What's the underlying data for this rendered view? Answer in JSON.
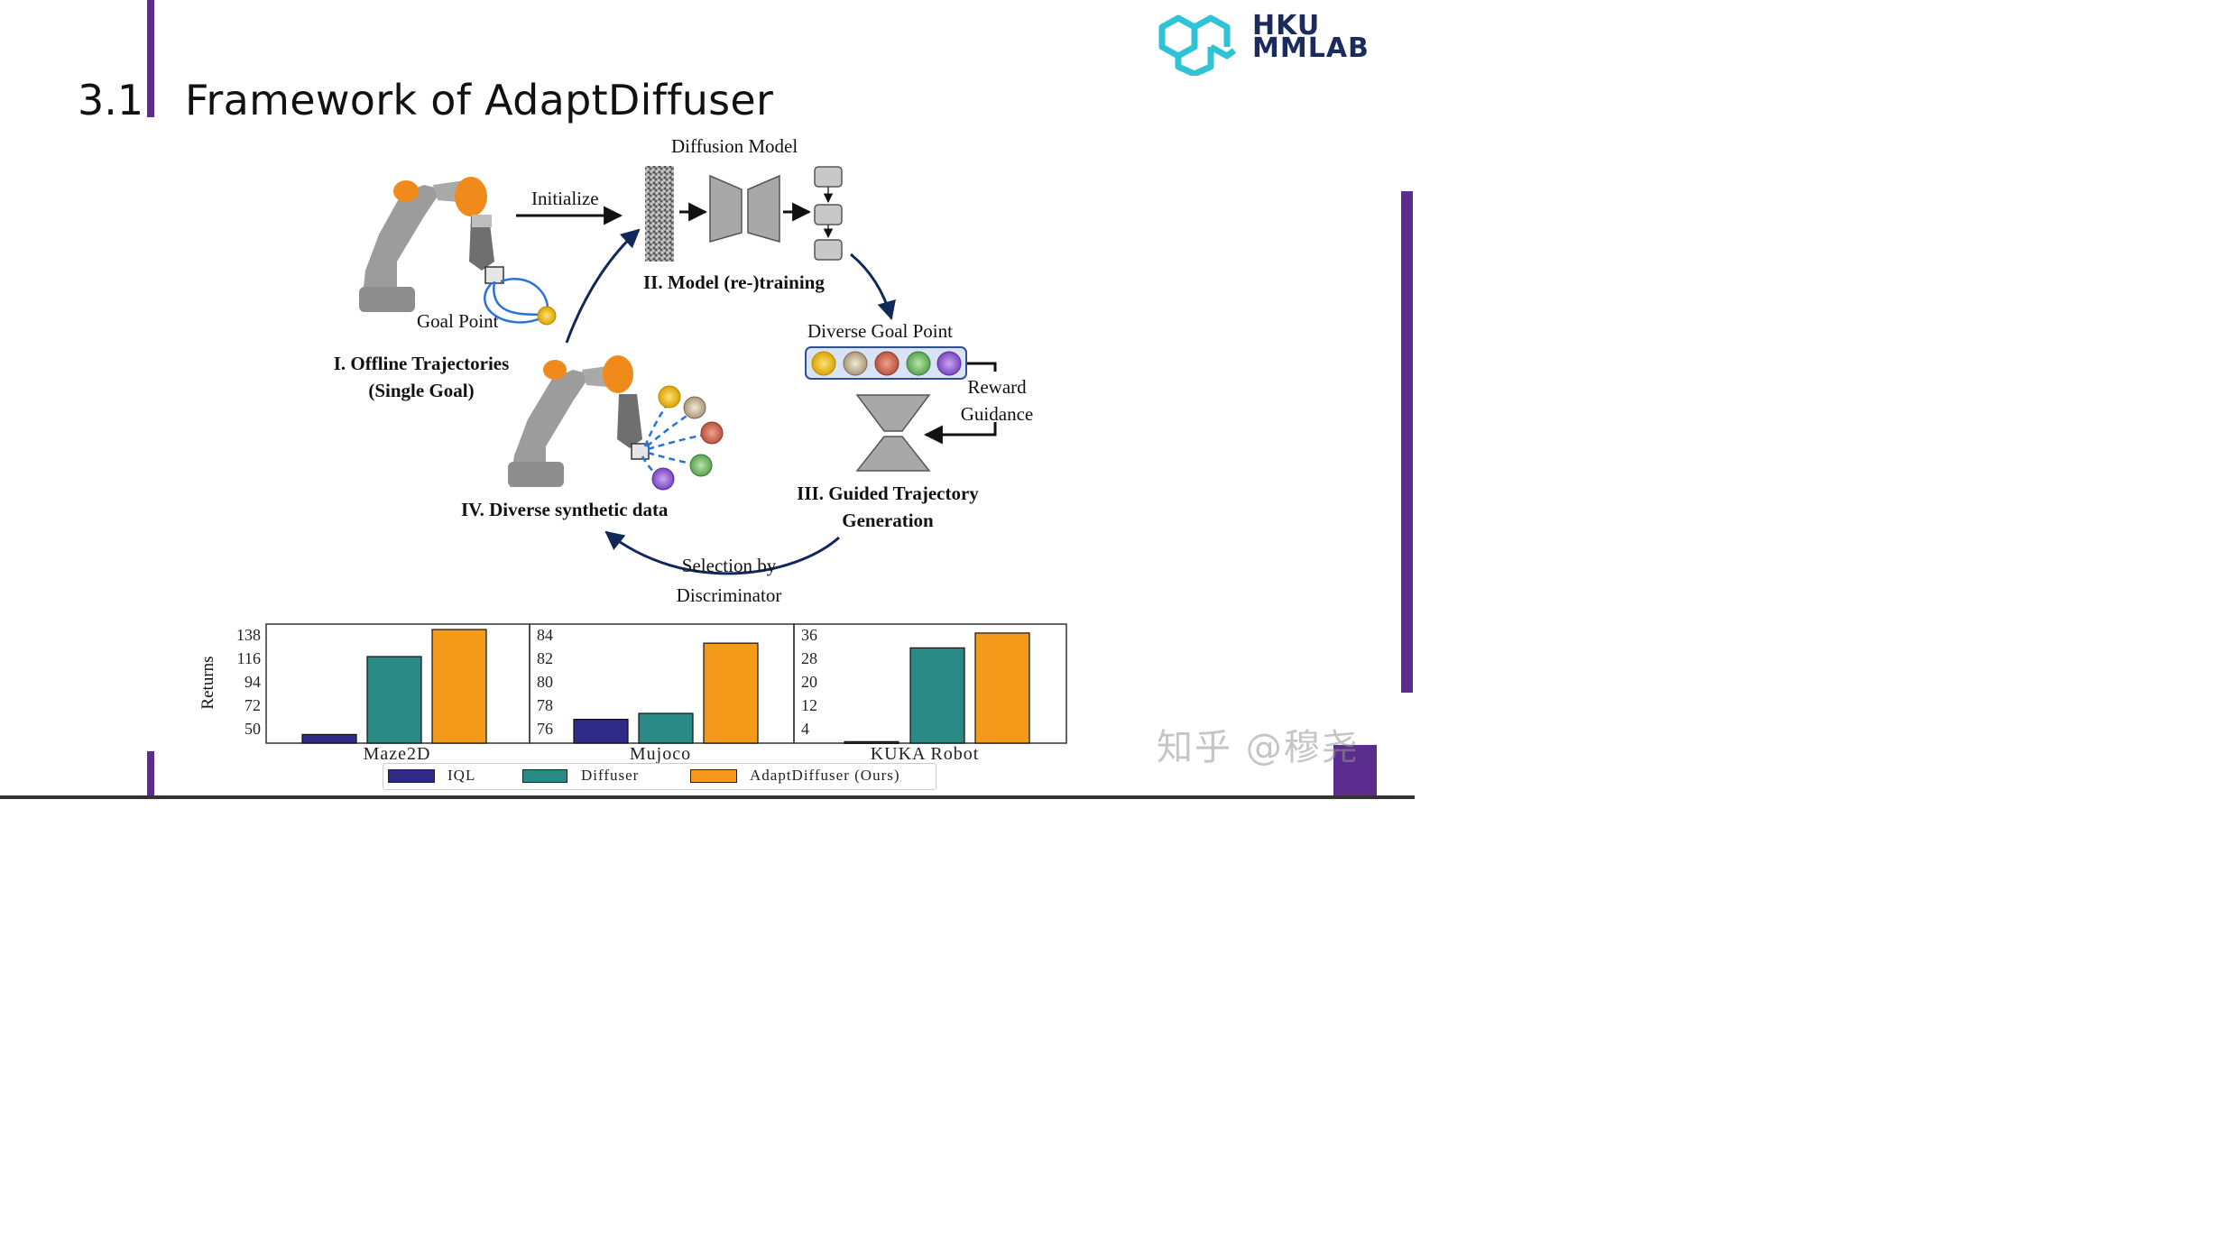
{
  "slide": {
    "number": "3.1",
    "title": "Framework of AdaptDiffuser",
    "logo": {
      "line1": "HKU",
      "line2": "MMLAB"
    },
    "watermark": "知乎 @穆尧"
  },
  "diagram": {
    "diffusion_model": "Diffusion Model",
    "initialize": "Initialize",
    "model_training": "II. Model (re-)training",
    "goal_point": "Goal Point",
    "offline_line1": "I. Offline Trajectories",
    "offline_line2": "(Single Goal)",
    "diverse_goal": "Diverse Goal Point",
    "reward_line1": "Reward",
    "reward_line2": "Guidance",
    "guided_line1": "III. Guided Trajectory",
    "guided_line2": "Generation",
    "diverse_synthetic": "IV. Diverse synthetic data",
    "selection_line1": "Selection by",
    "selection_line2": "Discriminator",
    "icons": [
      "robot-arm-icon",
      "cube-icon",
      "gold-coin-icon",
      "silver-coin-icon",
      "red-coin-icon",
      "green-coin-icon",
      "purple-coin-icon",
      "noise-image-icon",
      "unet-icon",
      "hourglass-icon"
    ]
  },
  "chart_data": {
    "type": "bar",
    "ylabel": "Returns",
    "series_colors": {
      "IQL": "#2e2a85",
      "Diffuser": "#2a8a85",
      "AdaptDiffuser (Ours)": "#f39a1a"
    },
    "legend": [
      "IQL",
      "Diffuser",
      "AdaptDiffuser (Ours)"
    ],
    "legend_position": "bottom",
    "grid": false,
    "panels": [
      {
        "title": "Maze2D",
        "ylim": [
          40,
          150
        ],
        "ticks": [
          "138",
          "116",
          "94",
          "72",
          "50"
        ],
        "series": [
          {
            "name": "IQL",
            "values": [
              48
            ]
          },
          {
            "name": "Diffuser",
            "values": [
              120
            ]
          },
          {
            "name": "AdaptDiffuser (Ours)",
            "values": [
              145
            ]
          }
        ]
      },
      {
        "title": "Mujoco",
        "ylim": [
          75,
          85
        ],
        "ticks": [
          "84",
          "82",
          "80",
          "78",
          "76"
        ],
        "series": [
          {
            "name": "IQL",
            "values": [
              77
            ]
          },
          {
            "name": "Diffuser",
            "values": [
              77.5
            ]
          },
          {
            "name": "AdaptDiffuser (Ours)",
            "values": [
              83.4
            ]
          }
        ]
      },
      {
        "title": "KUKA Robot",
        "ylim": [
          0,
          40
        ],
        "ticks": [
          "36",
          "28",
          "20",
          "12",
          "4"
        ],
        "series": [
          {
            "name": "IQL",
            "values": [
              0.5
            ]
          },
          {
            "name": "Diffuser",
            "values": [
              32
            ]
          },
          {
            "name": "AdaptDiffuser (Ours)",
            "values": [
              37
            ]
          }
        ]
      }
    ]
  }
}
